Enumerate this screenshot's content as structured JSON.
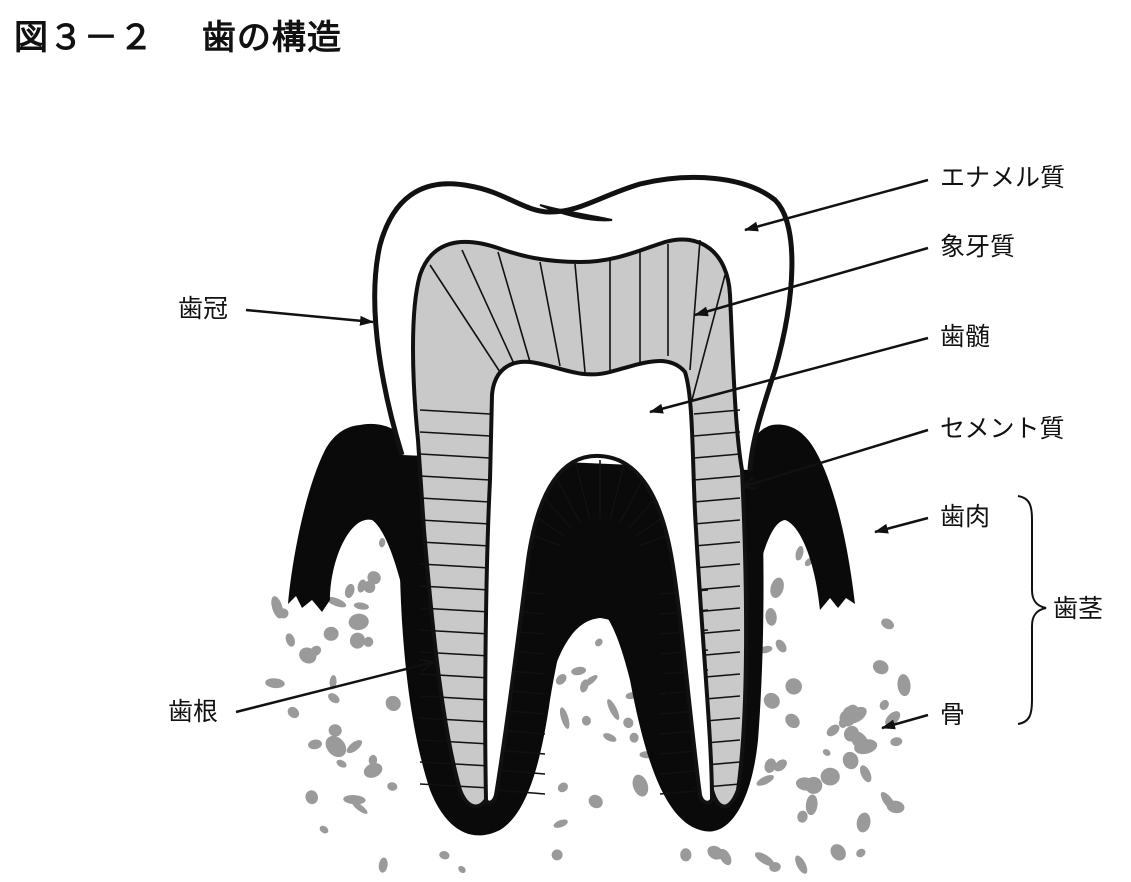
{
  "title": "図３－２　 歯の構造",
  "labels": {
    "enamel": "エナメル質",
    "dentin": "象牙質",
    "pulp": "歯髄",
    "cementum": "セメント質",
    "gingiva": "歯肉",
    "periodontium": "歯茎",
    "bone": "骨",
    "crown": "歯冠",
    "root": "歯根"
  },
  "colors": {
    "outline": "#111111",
    "dentin_fill": "#c9c9c9",
    "bone_speckle": "#9a9a9a",
    "gum_fill": "#0a0a0a",
    "enamel_fill": "#ffffff"
  }
}
